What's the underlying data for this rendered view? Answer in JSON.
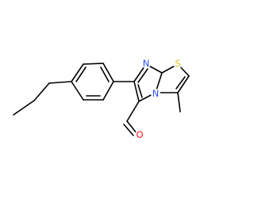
{
  "molecule": {
    "atoms": {
      "n_ring": {
        "symbol": "N",
        "color": "#3050F8"
      },
      "n_bridge": {
        "symbol": "N",
        "color": "#3050F8"
      },
      "s_ring": {
        "symbol": "S",
        "color": "#E8C020"
      },
      "o_aldehyde": {
        "symbol": "O",
        "color": "#FF0D0D"
      }
    }
  }
}
